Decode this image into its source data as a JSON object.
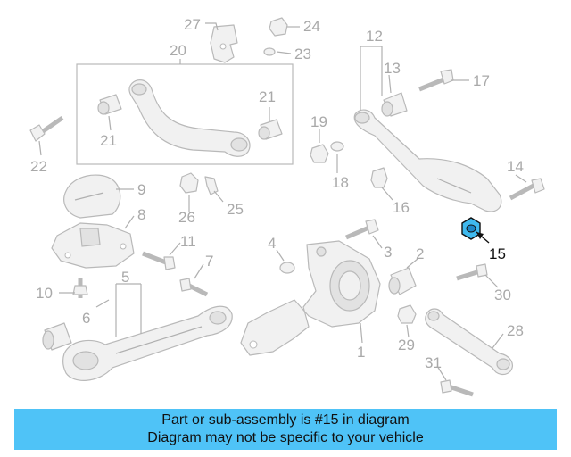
{
  "callouts": {
    "c1": "1",
    "c2": "2",
    "c3": "3",
    "c4": "4",
    "c5": "5",
    "c6": "6",
    "c7": "7",
    "c8": "8",
    "c9": "9",
    "c10": "10",
    "c11": "11",
    "c12": "12",
    "c13": "13",
    "c14": "14",
    "c15": "15",
    "c16": "16",
    "c17": "17",
    "c18": "18",
    "c19": "19",
    "c20": "20",
    "c21a": "21",
    "c21b": "21",
    "c22": "22",
    "c23": "23",
    "c24": "24",
    "c25": "25",
    "c26": "26",
    "c27": "27",
    "c28": "28",
    "c29": "29",
    "c30": "30",
    "c31": "31"
  },
  "highlighted_part": "15",
  "colors": {
    "highlight": "#3fb9ee",
    "banner": "#4fc3f7",
    "lines": "#b0b0b0"
  },
  "banner": {
    "line1": "Part or sub-assembly is #15 in diagram",
    "line2": "Diagram may not be specific to your vehicle"
  }
}
